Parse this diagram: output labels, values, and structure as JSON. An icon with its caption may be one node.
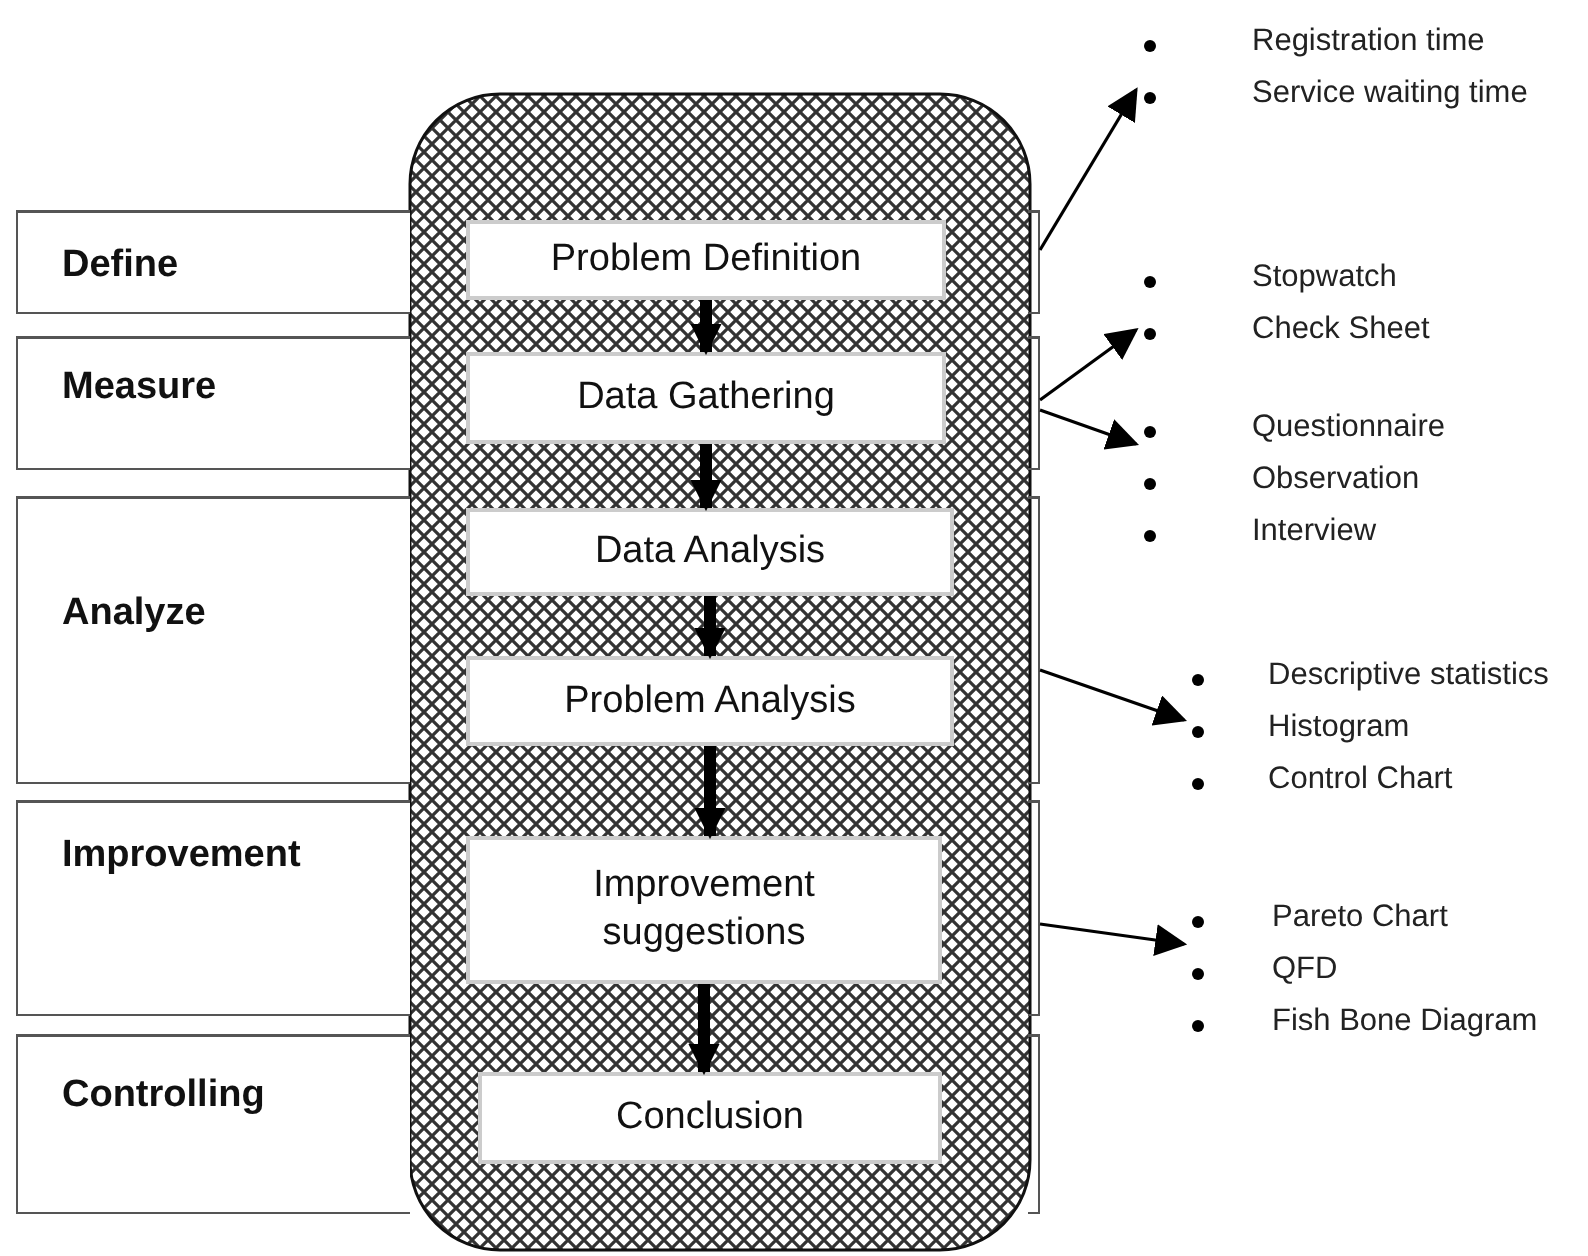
{
  "diagram": {
    "nodes": [
      {
        "text": [
          "Define"
        ]
      },
      {
        "text": [
          "Measure"
        ]
      },
      {
        "text": [
          "Analyze"
        ]
      },
      {
        "text": [
          "Improvement"
        ]
      },
      {
        "text": [
          "Controlling"
        ]
      },
      {
        "text": [
          "Problem Definition"
        ],
        "in": 0
      },
      {
        "text": [
          "Data Gathering"
        ],
        "in": 1
      },
      {
        "text": [
          "Data Analysis"
        ],
        "in": 2
      },
      {
        "text": [
          "Problem Analysis"
        ],
        "in": 2
      },
      {
        "text": [
          "Improvement suggestions"
        ],
        "in": 3
      },
      {
        "text": [
          "Conclusion"
        ],
        "in": 4
      },
      {
        "text": [
          "Registration time",
          "Service waiting time"
        ]
      },
      {
        "text": [
          "Stopwatch",
          "Check Sheet"
        ]
      },
      {
        "text": [
          "Questionnaire",
          "Observation",
          "Interview"
        ]
      },
      {
        "text": [
          "Descriptive statistics",
          "Histogram",
          "Control Chart"
        ]
      },
      {
        "text": [
          "Pareto Chart",
          "QFD",
          "Fish Bone Diagram"
        ]
      }
    ],
    "edges": [
      {
        "from": 5,
        "to": 6,
        "arrow": "to",
        "style": "thick"
      },
      {
        "from": 6,
        "to": 7,
        "arrow": "to",
        "style": "thick"
      },
      {
        "from": 7,
        "to": 8,
        "arrow": "to",
        "style": "thick"
      },
      {
        "from": 8,
        "to": 9,
        "arrow": "to",
        "style": "thick"
      },
      {
        "from": 9,
        "to": 10,
        "arrow": "to",
        "style": "thick"
      },
      {
        "from": 0,
        "to": 11,
        "arrow": "to"
      },
      {
        "from": 1,
        "to": 12,
        "arrow": "to"
      },
      {
        "from": 1,
        "to": 13,
        "arrow": "to"
      },
      {
        "from": 2,
        "to": 14,
        "arrow": "to"
      },
      {
        "from": 3,
        "to": 15,
        "arrow": "to"
      }
    ]
  }
}
